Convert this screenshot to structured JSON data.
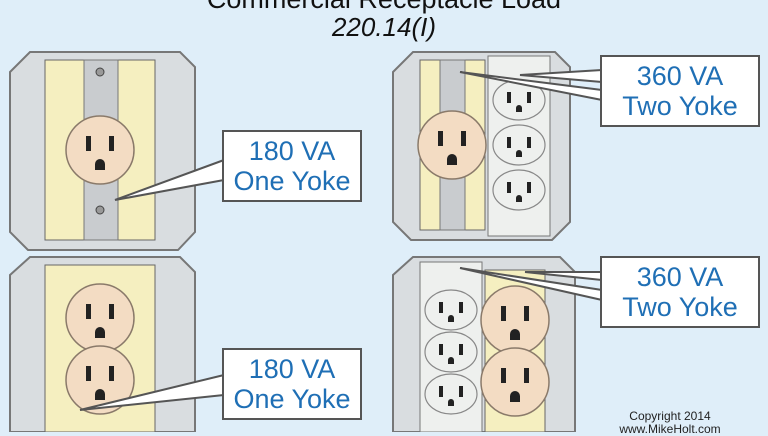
{
  "title": "Commercial Receptacle Load",
  "subtitle": "220.14(I)",
  "callouts": [
    {
      "va": "180 VA",
      "yoke": "One Yoke"
    },
    {
      "va": "360 VA",
      "yoke": "Two Yoke"
    },
    {
      "va": "180 VA",
      "yoke": "One Yoke"
    },
    {
      "va": "360 VA",
      "yoke": "Two Yoke"
    }
  ],
  "copyright": [
    "Copyright 2014",
    "www.MikeHolt.com"
  ],
  "colors": {
    "background": "#dfeef9",
    "label_text": "#1f6fb5",
    "box": "#d9dde0",
    "yellow": "#f5efc0",
    "receptacle": "#f3dcc3"
  }
}
